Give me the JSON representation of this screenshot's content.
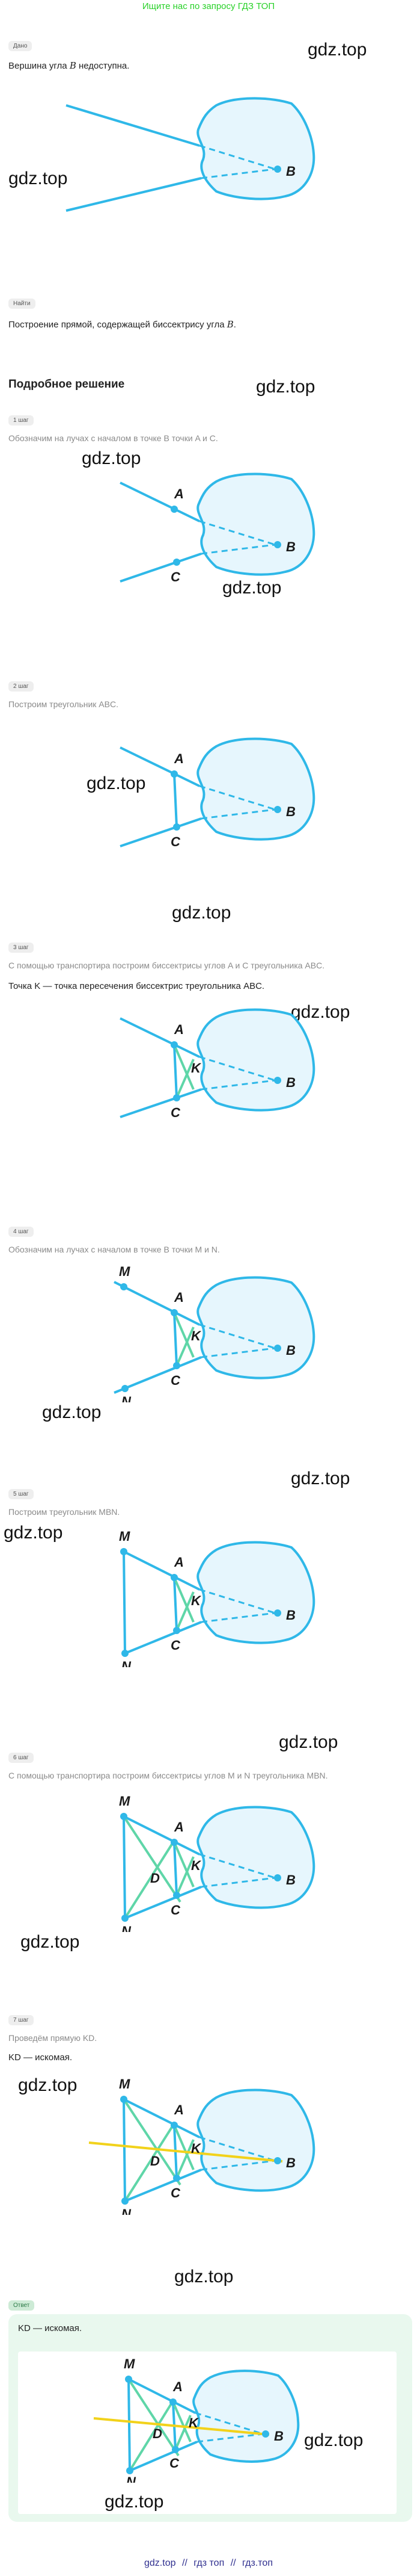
{
  "top_banner": "Ищите нас по запросу ГДЗ ТОП",
  "watermark": "gdz.top",
  "given": {
    "tag": "Дано",
    "text_pre": "Вершина угла ",
    "var": "B",
    "text_post": " недоступна."
  },
  "find": {
    "tag": "Найти",
    "text_pre": "Построение прямой, содержащей биссектрису угла ",
    "var": "B",
    "text_post": "."
  },
  "solution_title": "Подробное решение",
  "steps": [
    {
      "tag": "1 шаг",
      "text": "Обозначим на лучах с началом в точке B точки A и C."
    },
    {
      "tag": "2 шаг",
      "text": "Построим треугольник ABC."
    },
    {
      "tag": "3 шаг",
      "text": "С помощью транспортира построим биссектрисы углов A и C треугольника ABC.",
      "text2": "Точка K — точка пересечения биссектрис треугольника ABC."
    },
    {
      "tag": "4 шаг",
      "text": "Обозначим на лучах с началом в точке B точки M и N."
    },
    {
      "tag": "5 шаг",
      "text": "Построим треугольник MBN."
    },
    {
      "tag": "6 шаг",
      "text": "С помощью транспортира построим биссектрисы углов M и N треугольника MBN."
    },
    {
      "tag": "7 шаг",
      "text": "Проведём прямую KD.",
      "text2": "KD — искомая."
    }
  ],
  "answer": {
    "tag": "Ответ",
    "text": "KD — искомая."
  },
  "labels": {
    "A": "A",
    "B": "B",
    "C": "C",
    "K": "K",
    "M": "M",
    "N": "N",
    "D": "D"
  },
  "footer": [
    "gdz.top",
    "//",
    "гдз топ",
    "//",
    "гдз.топ"
  ],
  "colors": {
    "banner": "#2ad12a",
    "ray": "#2fb8e8",
    "region_fill": "#e6f6fd",
    "bisector": "#5fd6a8",
    "answer_line": "#f2d21b",
    "answer_bg": "#e9f8ee"
  }
}
